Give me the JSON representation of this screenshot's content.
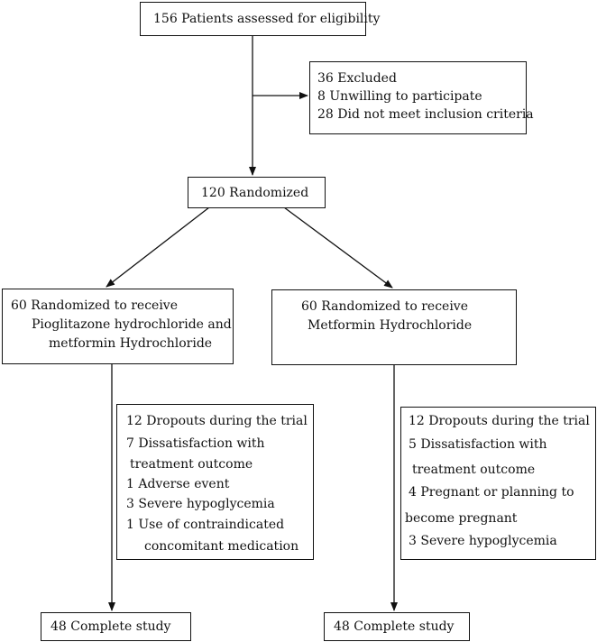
{
  "boxes": {
    "eligibility": {
      "lines": [
        "156 Patients assessed for eligibility"
      ]
    },
    "excluded": {
      "lines": [
        "36 Excluded",
        "8 Unwilling to participate",
        "28 Did not meet inclusion criteria"
      ]
    },
    "randomized": {
      "lines": [
        "120 Randomized"
      ]
    },
    "arm_left": {
      "lines": [
        "60 Randomized to receive",
        "Pioglitazone hydrochloride and",
        "metformin Hydrochloride"
      ]
    },
    "arm_right": {
      "lines": [
        "60 Randomized to receive",
        "Metformin Hydrochloride"
      ]
    },
    "dropouts_left": {
      "lines": [
        "12 Dropouts during the trial",
        "7 Dissatisfaction with",
        "treatment outcome",
        "1 Adverse event",
        "3 Severe hypoglycemia",
        "1 Use of contraindicated",
        "concomitant medication"
      ]
    },
    "dropouts_right": {
      "lines": [
        "12 Dropouts during the trial",
        "5 Dissatisfaction with",
        "treatment outcome",
        "4 Pregnant or planning to",
        "become pregnant",
        "3 Severe hypoglycemia"
      ]
    },
    "complete_left": {
      "lines": [
        "48 Complete study"
      ]
    },
    "complete_right": {
      "lines": [
        "48 Complete study"
      ]
    }
  }
}
